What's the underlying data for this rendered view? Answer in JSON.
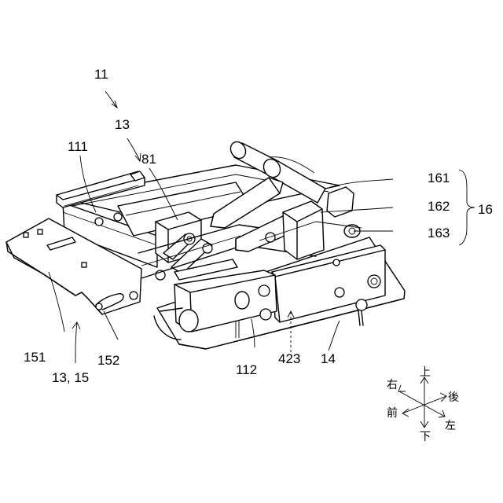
{
  "labels": {
    "l11": "11",
    "l13": "13",
    "l111": "111",
    "l81": "81",
    "l161": "161",
    "l162": "162",
    "l163": "163",
    "l16": "16",
    "l151": "151",
    "l1315": "13, 15",
    "l152": "152",
    "l112": "112",
    "l423": "423",
    "l14": "14"
  },
  "directions": {
    "up": "上",
    "down": "下",
    "right": "右",
    "left": "左",
    "front": "前",
    "rear": "後"
  }
}
